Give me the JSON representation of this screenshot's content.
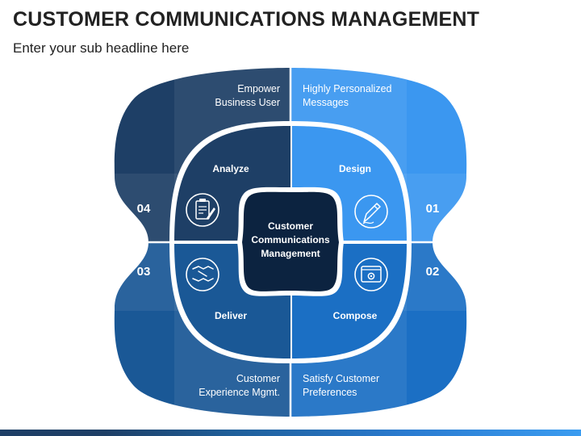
{
  "header": {
    "title": "CUSTOMER COMMUNICATIONS MANAGEMENT",
    "subtitle": "Enter your sub headline here"
  },
  "center": {
    "lines": [
      "Customer",
      "Communications",
      "Management"
    ]
  },
  "segments": [
    {
      "number": "01",
      "stage": "Design",
      "outer": [
        "Highly Personalized",
        "Messages"
      ],
      "icon": "pen-icon",
      "color": "#3b97f0"
    },
    {
      "number": "02",
      "stage": "Compose",
      "outer": [
        "Satisfy Customer",
        "Preferences"
      ],
      "icon": "browser-gear-icon",
      "color": "#1b6fc4"
    },
    {
      "number": "03",
      "stage": "Deliver",
      "outer": [
        "Customer",
        "Experience Mgmt."
      ],
      "icon": "handshake-icon",
      "color": "#1a5896"
    },
    {
      "number": "04",
      "stage": "Analyze",
      "outer": [
        "Empower",
        "Business User"
      ],
      "icon": "clipboard-icon",
      "color": "#1e3f66"
    }
  ]
}
